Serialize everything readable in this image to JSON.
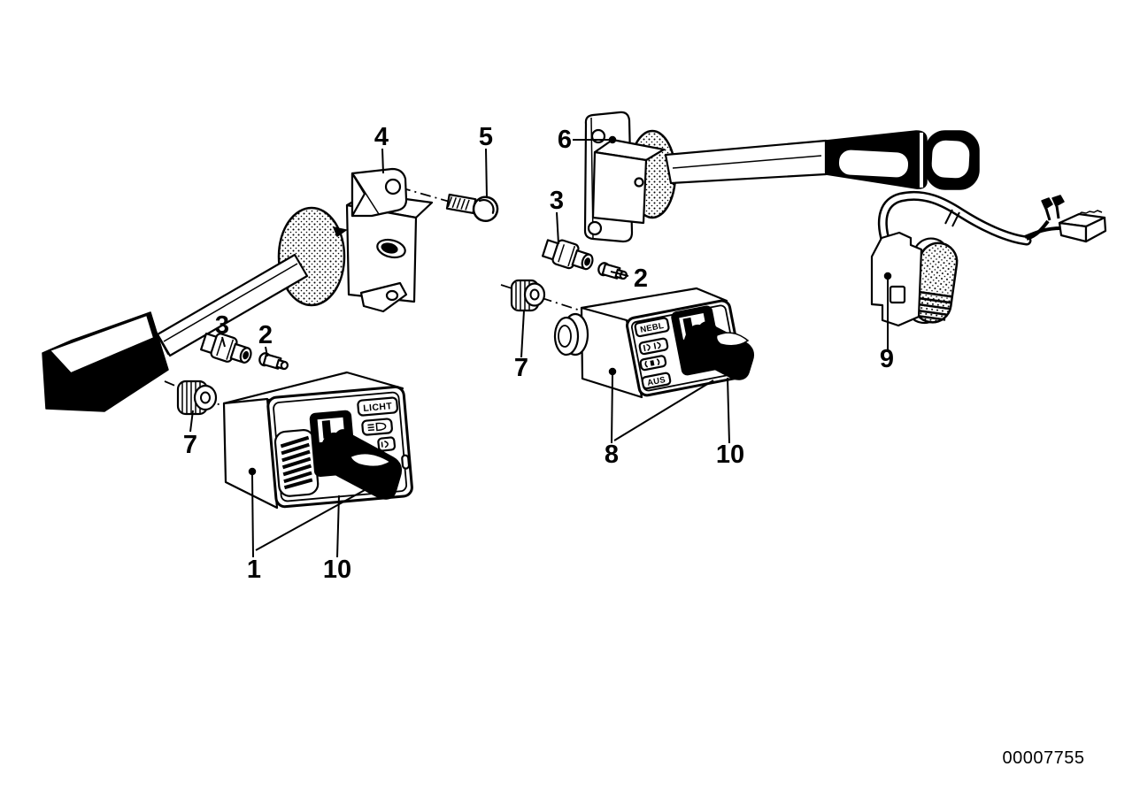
{
  "figure": {
    "drawing_number": "00007755"
  },
  "callouts": {
    "bracket_left": "4",
    "screw": "5",
    "bracket_right": "6",
    "bulb_socket_left": "3",
    "bulb_left": "2",
    "nut_left": "7",
    "switch_unit_left": "1",
    "lever_left": "10",
    "bulb_socket_right": "3",
    "bulb_right": "2",
    "nut_right": "7",
    "switch_unit_right": "8",
    "lever_right": "10",
    "thumbwheel_switch": "9"
  },
  "panel_labels": {
    "light": "LICHT",
    "fog": "NEBL",
    "off": "AUS"
  }
}
